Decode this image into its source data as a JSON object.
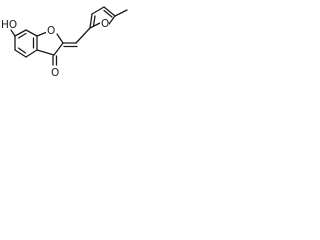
{
  "molecule": {
    "labels": {
      "hydroxyl": "HO",
      "benzofuran_oxygen": "O",
      "furan_oxygen": "O",
      "carbonyl_oxygen": "O"
    },
    "colors": {
      "bond": "#1a1a1a",
      "label": "#1a1a1a",
      "background": "#ffffff"
    }
  }
}
